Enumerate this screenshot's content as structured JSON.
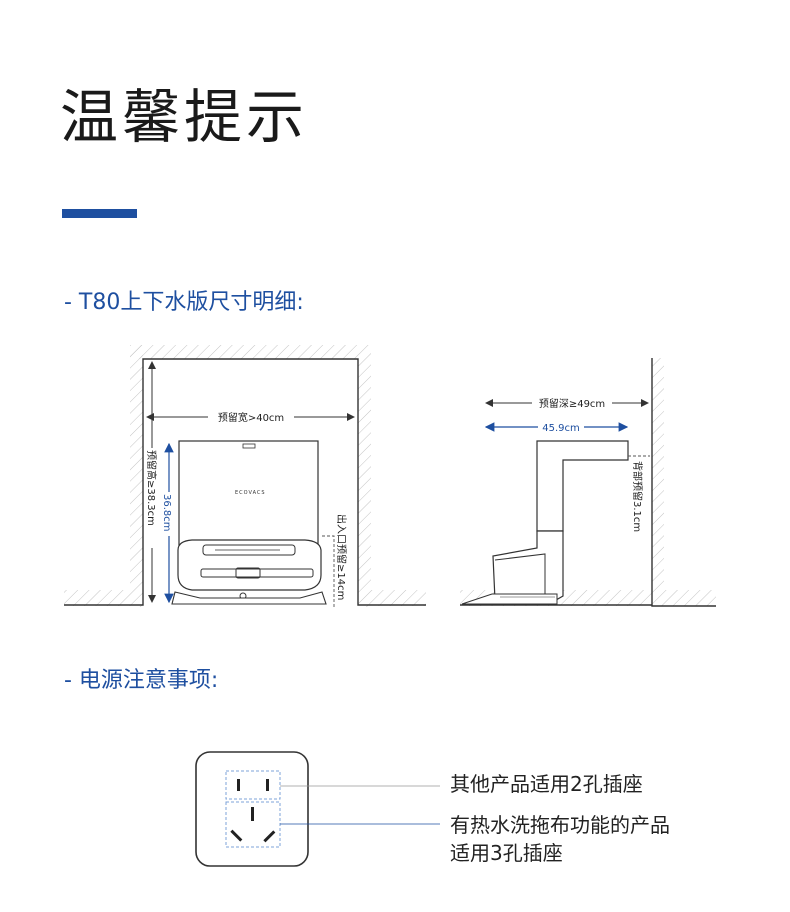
{
  "title": "温馨提示",
  "colors": {
    "accent": "#1e4fa0",
    "line": "#333333",
    "hatch": "#bbbbbb"
  },
  "section_dimensions": {
    "label": "- T80上下水版尺寸明细:"
  },
  "front_view": {
    "width_label": "预留宽>40cm",
    "height_label": "预留高≥38.3cm",
    "station_height_label": "36.8cm",
    "outlet_label": "出入口预留≥14cm",
    "brand_logo": "ECOVACS"
  },
  "side_view": {
    "depth_label": "预留深≥49cm",
    "station_depth_label": "45.9cm",
    "back_label": "背部预留3.1cm"
  },
  "section_power": {
    "label": "- 电源注意事项:"
  },
  "socket_notes": {
    "two_pin": "其他产品适用2孔插座",
    "three_pin_line1": "有热水洗拖布功能的产品",
    "three_pin_line2": "适用3孔插座"
  }
}
